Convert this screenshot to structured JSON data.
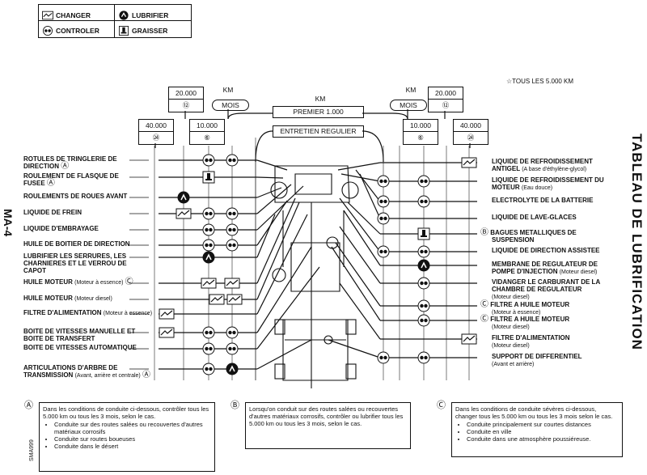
{
  "legend": {
    "change": "CHANGER",
    "lubricate": "LUBRIFIER",
    "check": "CONTROLER",
    "grease": "GRAISSER"
  },
  "page_number": "MA-4",
  "title": "TABLEAU DE LUBRIFICATION",
  "every_5000": "☆TOUS LES 5.000 KM",
  "intervals": {
    "km": "KM",
    "mois": "MOIS",
    "km_20000": "20.000",
    "mois_12": "⑫",
    "km_40000": "40.000",
    "mois_24": "㉔",
    "km_10000": "10.000",
    "mois_6": "⑥",
    "premier": "PREMIER 1.000",
    "entretien": "ENTRETIEN REGULIER"
  },
  "left_items": [
    {
      "text": "ROTULES DE TRINGLERIE DE",
      "text2": "DIRECTION",
      "mark": "Ⓐ"
    },
    {
      "text": "ROULEMENT DE FLASQUE DE",
      "text2": "FUSEE",
      "mark": "Ⓐ"
    },
    {
      "text": "ROULEMENTS DE ROUES AVANT",
      "text2": "",
      "mark": ""
    },
    {
      "text": "LIQUIDE DE FREIN",
      "text2": "",
      "mark": ""
    },
    {
      "text": "LIQUIDE D'EMBRAYAGE",
      "text2": "",
      "mark": ""
    },
    {
      "text": "HUILE DE BOITIER DE DIRECTION",
      "text2": "",
      "mark": ""
    },
    {
      "text": "LUBRIFIER LES SERRURES, LES",
      "text2": "CHARNIERES ET LE VERROU DE",
      "text3": "CAPOT",
      "mark": ""
    },
    {
      "text": "HUILE MOTEUR",
      "sub": "(Moteur à essence)",
      "mark": "Ⓒ"
    },
    {
      "text": "HUILE MOTEUR",
      "sub": "(Moteur diesel)",
      "mark": ""
    },
    {
      "text": "FILTRE D'ALIMENTATION",
      "sub": "(Moteur à essence)",
      "mark": ""
    },
    {
      "text": "BOITE DE VITESSES MANUELLE ET",
      "text2": "BOITE DE TRANSFERT",
      "mark": ""
    },
    {
      "text": "BOITE DE VITESSES AUTOMATIQUE",
      "text2": "",
      "mark": ""
    },
    {
      "text": "ARTICULATIONS D'ARBRE DE",
      "text2": "TRANSMISSION",
      "sub": "(Avant, arrière et centrale)",
      "mark": "Ⓐ"
    }
  ],
  "right_items": [
    {
      "text": "LIQUIDE DE REFROIDISSEMENT",
      "text2": "ANTIGEL",
      "sub": "(A base d'éthylène-glycol)",
      "mark": ""
    },
    {
      "text": "LIQUIDE DE REFROIDISSEMENT DU",
      "text2": "MOTEUR",
      "sub": "(Eau douce)",
      "mark": ""
    },
    {
      "text": "ELECTROLYTE DE LA BATTERIE",
      "mark": ""
    },
    {
      "text": "LIQUIDE DE LAVE-GLACES",
      "mark": ""
    },
    {
      "text": "BAGUES METALLIQUES DE",
      "text2": "SUSPENSION",
      "mark": "Ⓑ"
    },
    {
      "text": "LIQUIDE DE DIRECTION ASSISTEE",
      "mark": ""
    },
    {
      "text": "MEMBRANE DE REGULATEUR DE",
      "text2": "POMPE D'INJECTION",
      "sub": "(Moteur diesel)",
      "mark": ""
    },
    {
      "text": "VIDANGER LE CARBURANT DE LA",
      "text2": "CHAMBRE DE REGULATEUR",
      "text3": "(Moteur diesel)",
      "mark": ""
    },
    {
      "text": "FILTRE A HUILE MOTEUR",
      "sub": "(Moteur à essence)",
      "mark": "Ⓒ"
    },
    {
      "text": "FILTRE A HUILE MOTEUR",
      "sub": "(Moteur diesel)",
      "mark": "Ⓒ"
    },
    {
      "text": "FILTRE D'ALIMENTATION",
      "sub": "(Moteur diesel)",
      "mark": ""
    },
    {
      "text": "SUPPORT DE DIFFERENTIEL",
      "sub": "(Avant et arrière)",
      "mark": ""
    }
  ],
  "notes": {
    "a_mark": "Ⓐ",
    "a_text": "Dans les conditions de conduite ci-dessous, contrôler tous les 5.000 km ou tous les 3 mois, selon le cas.",
    "a_items": [
      "Conduite sur des routes salées ou recouvertes d'autres matériaux corrosifs",
      "Conduite sur routes boueuses",
      "Conduite dans le désert"
    ],
    "b_mark": "Ⓑ",
    "b_text": "Lorsqu'on conduit sur des routes salées ou recouvertes d'autres matériaux corrosifs, contrôler ou lubrifier tous les 5.000 km ou tous les 3 mois, selon le cas.",
    "c_mark": "Ⓒ",
    "c_text": "Dans les conditions de conduite sévères ci-dessous, changer tous les 5.000 km ou tous les 3 mois selon le cas.",
    "c_items": [
      "Conduite principalement sur courtes distances",
      "Conduite en ville",
      "Conduite dans une atmosphère poussiéreuse."
    ]
  },
  "code": "SMA999"
}
